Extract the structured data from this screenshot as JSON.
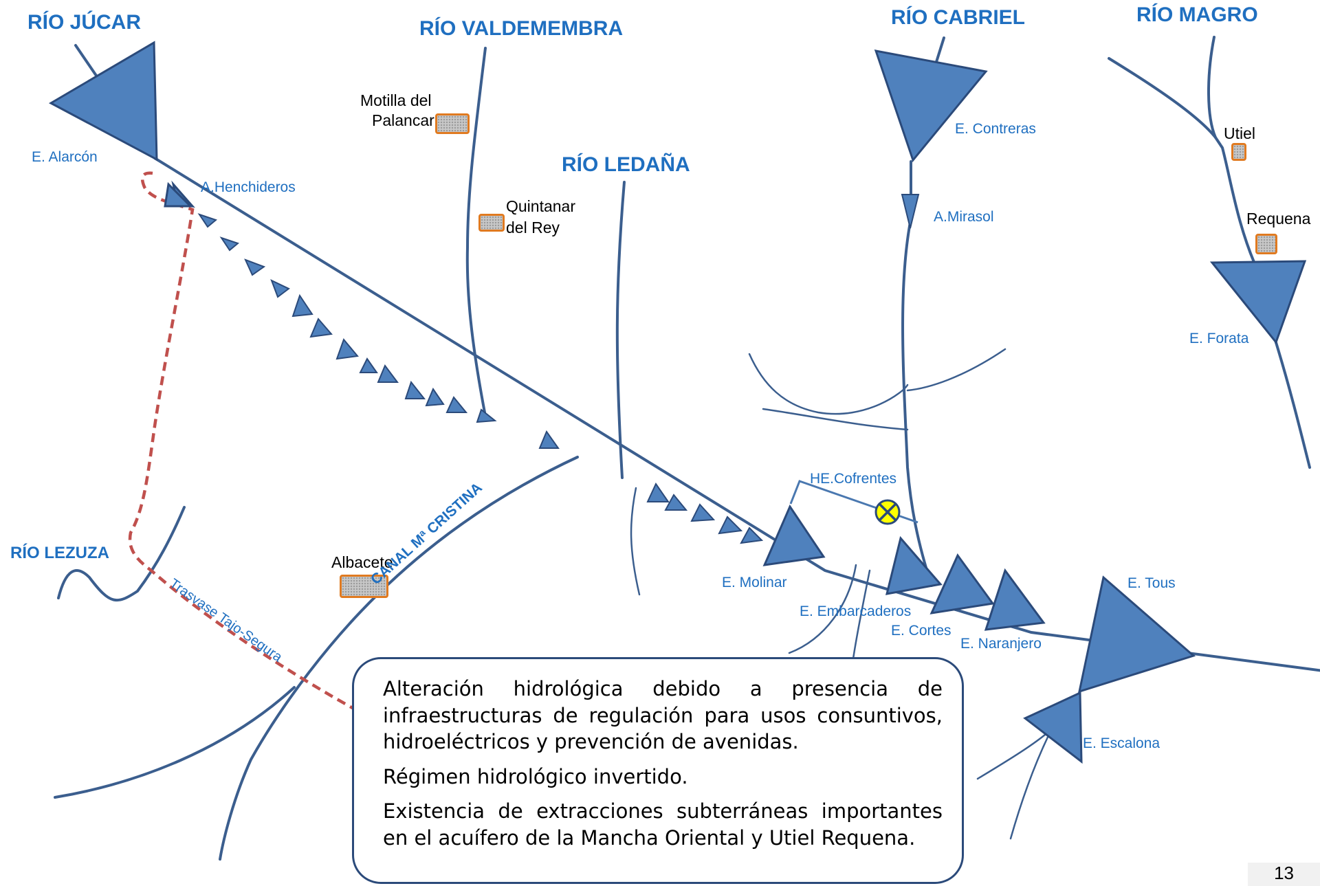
{
  "rivers": {
    "jucar": "RÍO JÚCAR",
    "valdemembra": "RÍO VALDEMEMBRA",
    "ledana": "RÍO LEDAÑA",
    "cabriel": "RÍO CABRIEL",
    "magro": "RÍO MAGRO",
    "lezuza": "RÍO LEZUZA"
  },
  "infrastructures": {
    "alarcon": "E. Alarcón",
    "henchideros": "A.Henchideros",
    "contreras": "E. Contreras",
    "mirasol": "A.Mirasol",
    "forata": "E. Forata",
    "cofrentes": "HE.Cofrentes",
    "molinar": "E. Molinar",
    "embarcaderos": "E. Embarcaderos",
    "cortes": "E. Cortes",
    "naranjero": "E. Naranjero",
    "tous": "E. Tous",
    "escalona": "E. Escalona"
  },
  "towns": {
    "motilla_1": "Motilla del",
    "motilla_2": "Palancar",
    "quintanar_1": "Quintanar",
    "quintanar_2": "del Rey",
    "albacete": "Albacete",
    "utiel": "Utiel",
    "requena": "Requena"
  },
  "canals": {
    "maria_cristina": "CANAL Mª CRISTINA",
    "trasvase": "Trasvase Tajo-Segura"
  },
  "note": {
    "line1": "Alteración hidrológica debido a presencia de infraestructuras de regulación para usos consuntivos, hidroeléctricos y  prevención de avenidas.",
    "line2": "Régimen hidrológico invertido.",
    "line3": "Existencia de extracciones subterráneas importantes en el acuífero de la Mancha Oriental y Utiel Requena."
  },
  "page_number": "13",
  "colors": {
    "river_line": "#3b5e8e",
    "reservoir_fill": "#4f81bd",
    "label_blue": "#1f6fc0",
    "transfer_dashed": "#c0504d",
    "town_marker": "#e07a20",
    "hydro_plant": "#ffff00"
  }
}
